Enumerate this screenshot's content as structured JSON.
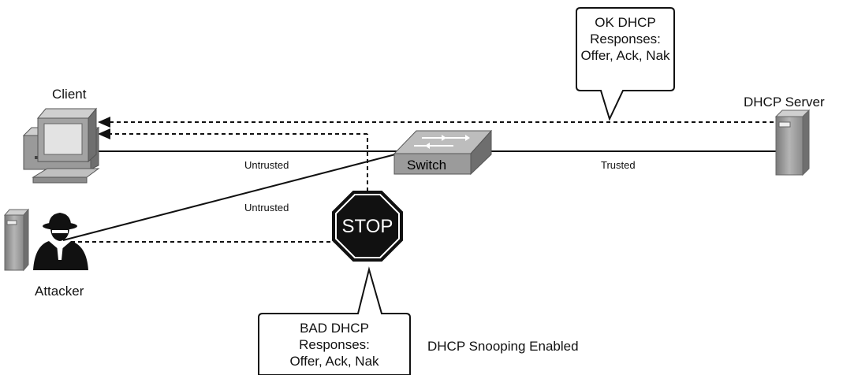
{
  "devices": {
    "client": "Client",
    "dhcp_server": "DHCP Server",
    "switch": "Switch",
    "attacker": "Attacker",
    "stop_sign": "STOP"
  },
  "links": {
    "client_switch": "Untrusted",
    "switch_server": "Trusted",
    "attacker_switch": "Untrusted"
  },
  "callouts": {
    "ok": {
      "line1": "OK DHCP",
      "line2": "Responses:",
      "line3": "Offer, Ack, Nak"
    },
    "bad": {
      "line1": "BAD DHCP",
      "line2": "Responses:",
      "line3": "Offer, Ack, Nak"
    }
  },
  "caption": "DHCP Snooping Enabled"
}
